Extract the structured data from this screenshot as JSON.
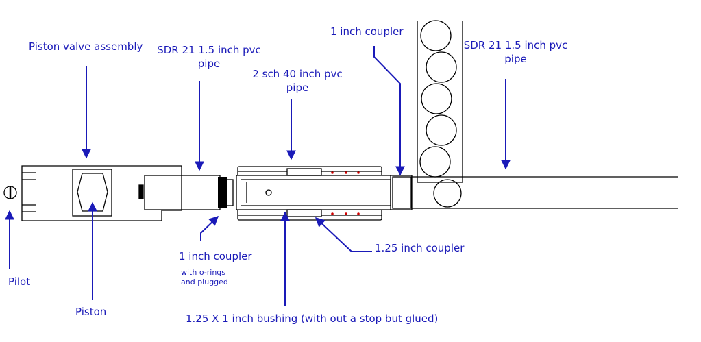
{
  "labels": {
    "piston_valve_assembly": "Piston valve assembly",
    "sdr21_left_line1": "SDR 21 1.5 inch pvc",
    "sdr21_left_line2": "pipe",
    "sch40_line1": "2 sch 40 inch pvc",
    "sch40_line2": "pipe",
    "coupler_top": "1 inch coupler",
    "sdr21_right_line1": "SDR 21 1.5 inch pvc",
    "sdr21_right_line2": "pipe",
    "pilot": "Pilot",
    "piston": "Piston",
    "coupler_bottom": "1 inch coupler",
    "coupler_note_line1": "with o-rings",
    "coupler_note_line2": "and plugged",
    "coupler_125": "1.25 inch coupler",
    "bushing": "1.25 X 1 inch bushing (with out a stop but glued)"
  },
  "colors": {
    "label_text": "#1a1ab8",
    "arrows": "#1a1ab8",
    "outline": "#000000",
    "highlight_dots": "#d00000"
  }
}
